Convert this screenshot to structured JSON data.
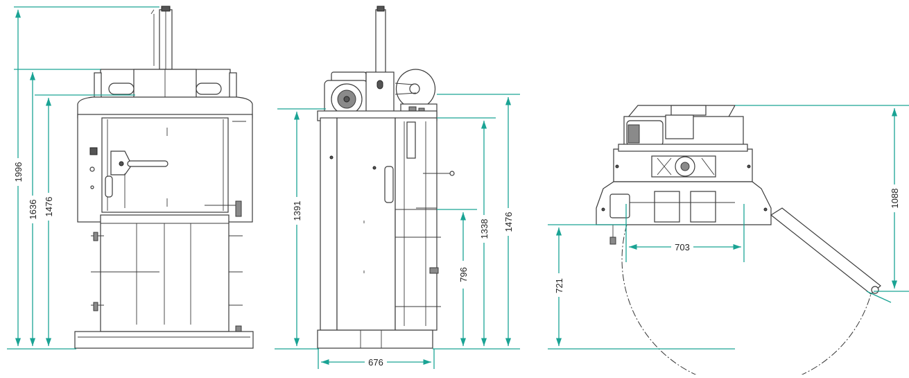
{
  "colors": {
    "dimension_line": "#1aa394",
    "machine_outline": "#3a3a3a",
    "background": "#ffffff"
  },
  "front_view": {
    "dims": {
      "overall_height": "1996",
      "open_height": "1636",
      "cabinet_height": "1476"
    }
  },
  "side_view": {
    "dims": {
      "height_1": "1391",
      "height_2": "1338",
      "height_3": "796",
      "height_4": "1476",
      "depth": "676"
    }
  },
  "top_view": {
    "dims": {
      "width": "703",
      "door_swing": "721",
      "depth": "1088"
    }
  }
}
